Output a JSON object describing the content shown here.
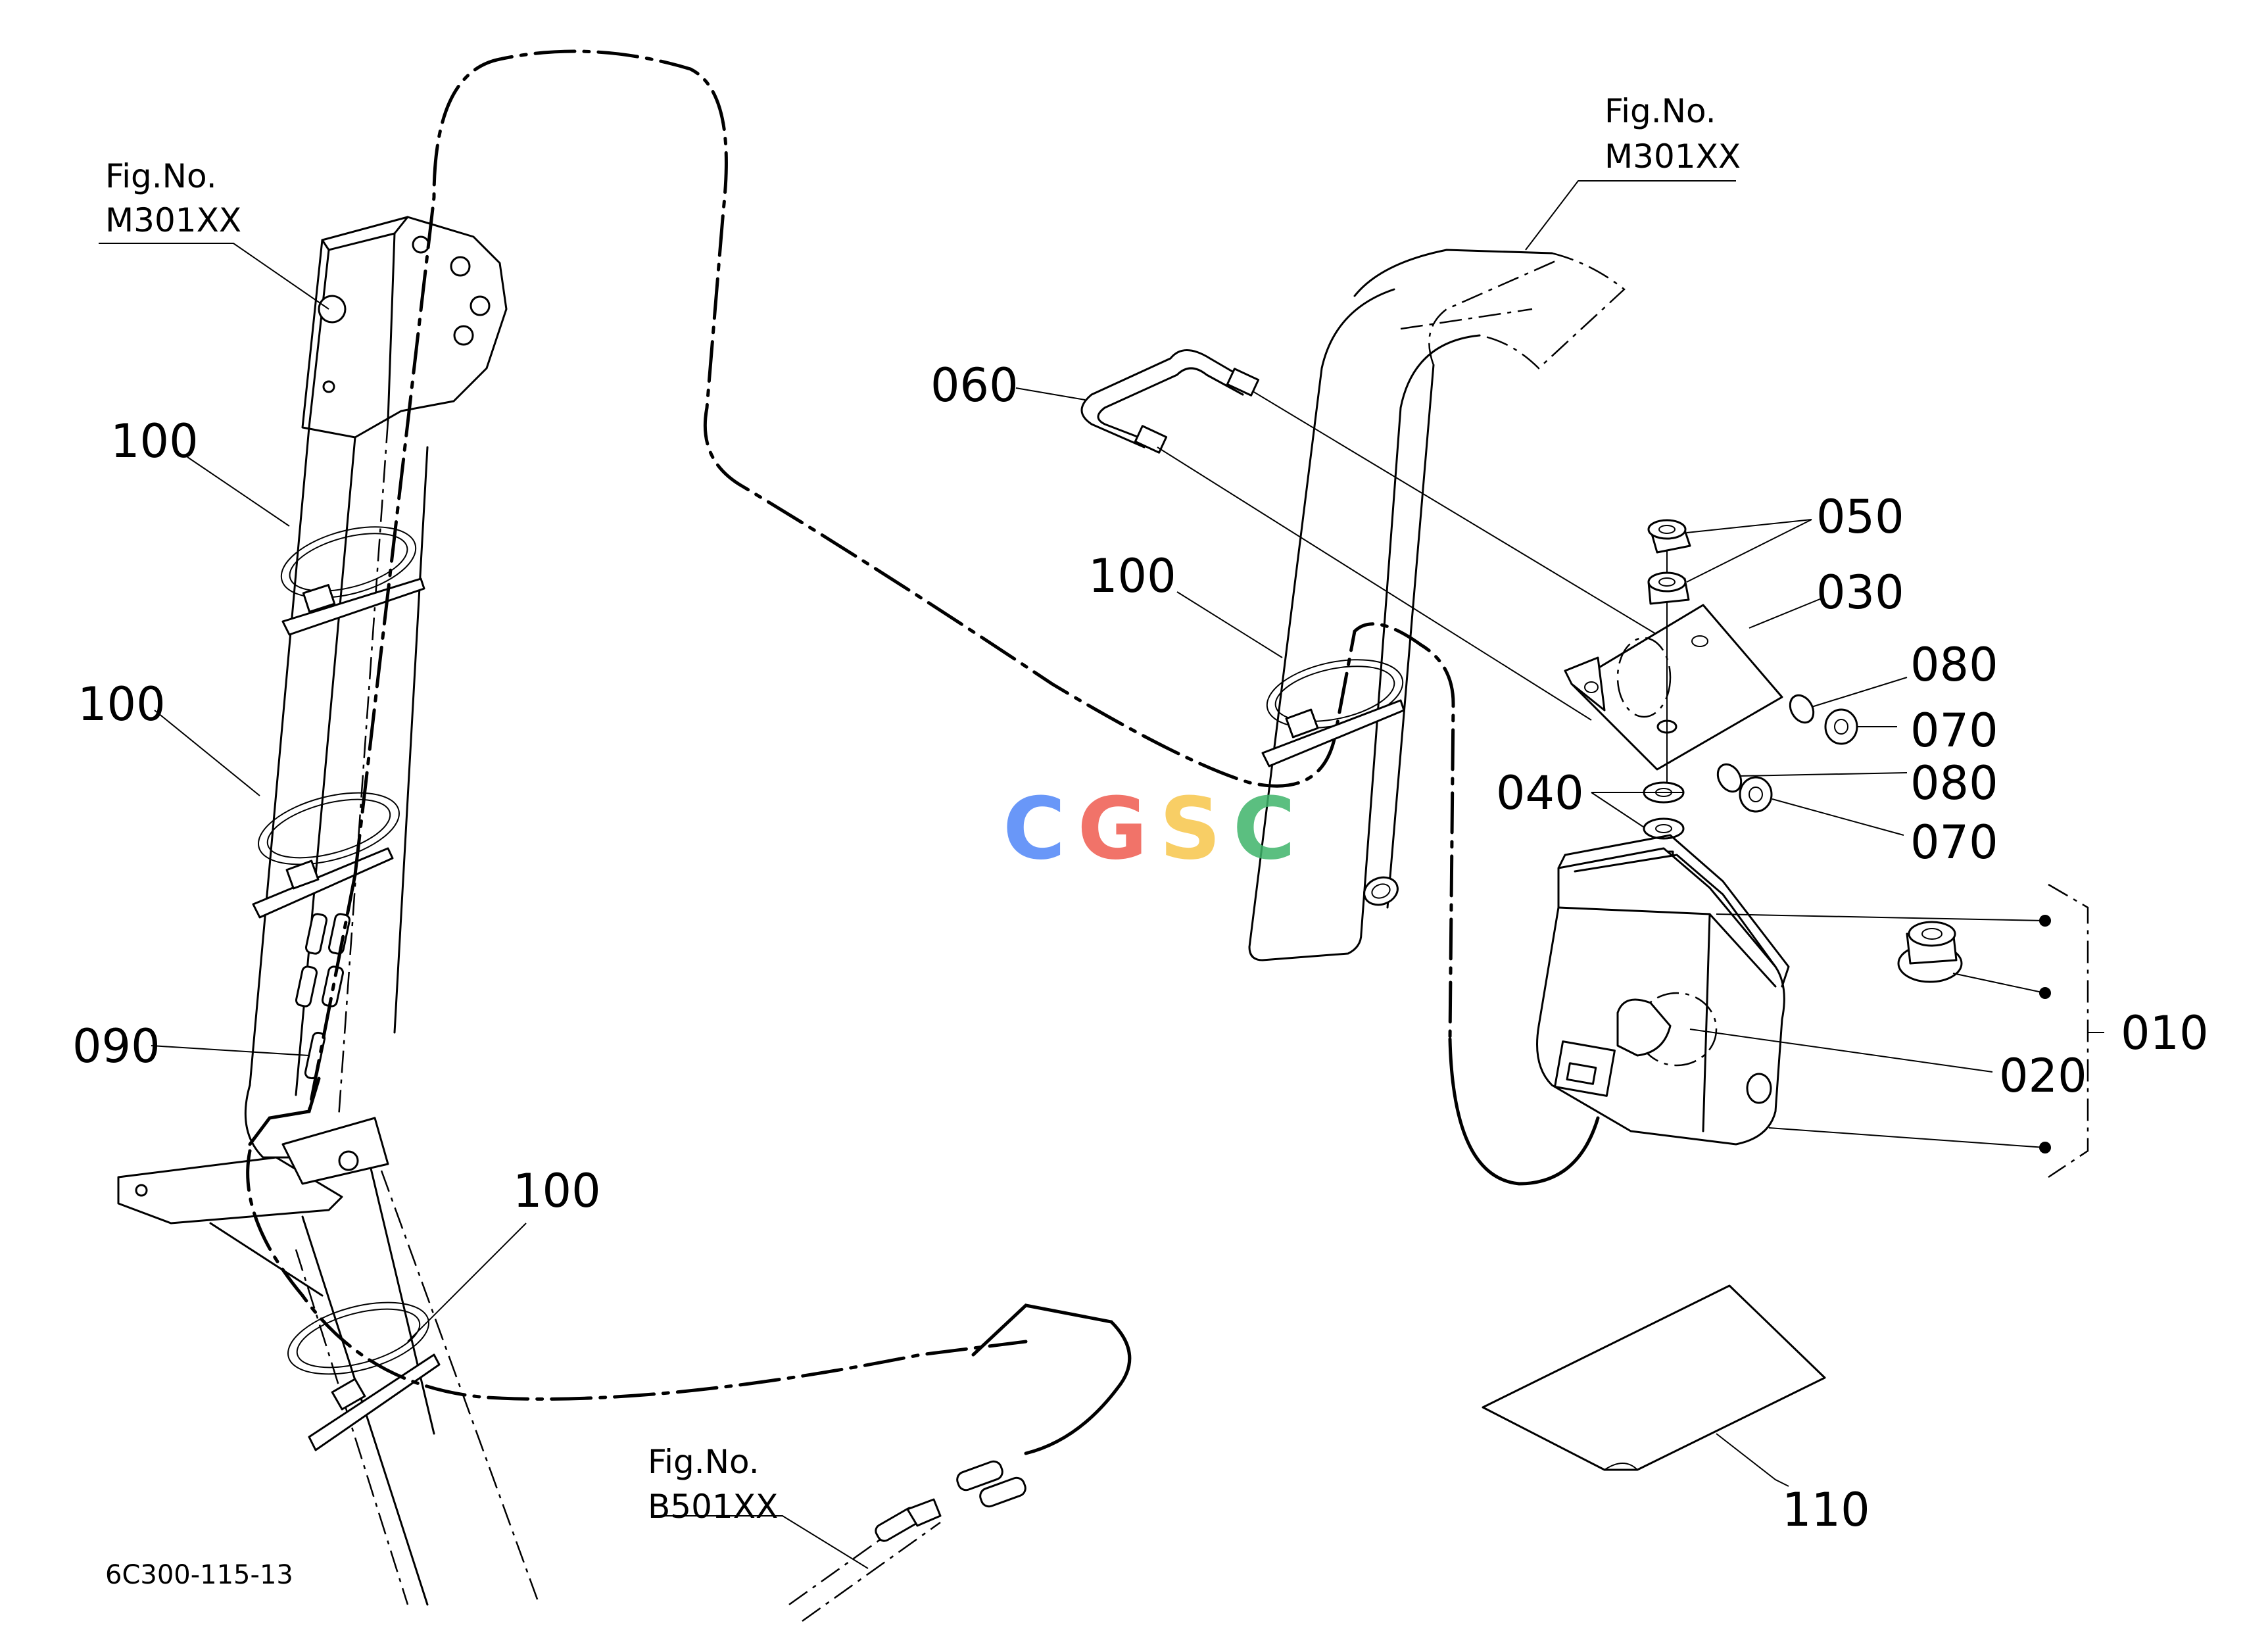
{
  "figure": {
    "drawing_code": "6C300-115-13",
    "watermark": "CGSC",
    "watermark_colors": [
      "#4f86f7",
      "#ef5b50",
      "#f7c64b",
      "#3fb56b"
    ]
  },
  "fig_refs": [
    {
      "caption": "Fig.No.",
      "number": "M301XX"
    },
    {
      "caption": "Fig.No.",
      "number": "M301XX"
    },
    {
      "caption": "Fig.No.",
      "number": "B501XX"
    }
  ],
  "callouts": [
    "100",
    "100",
    "090",
    "100",
    "060",
    "100",
    "050",
    "030",
    "080",
    "070",
    "080",
    "070",
    "040",
    "010",
    "020",
    "110"
  ]
}
